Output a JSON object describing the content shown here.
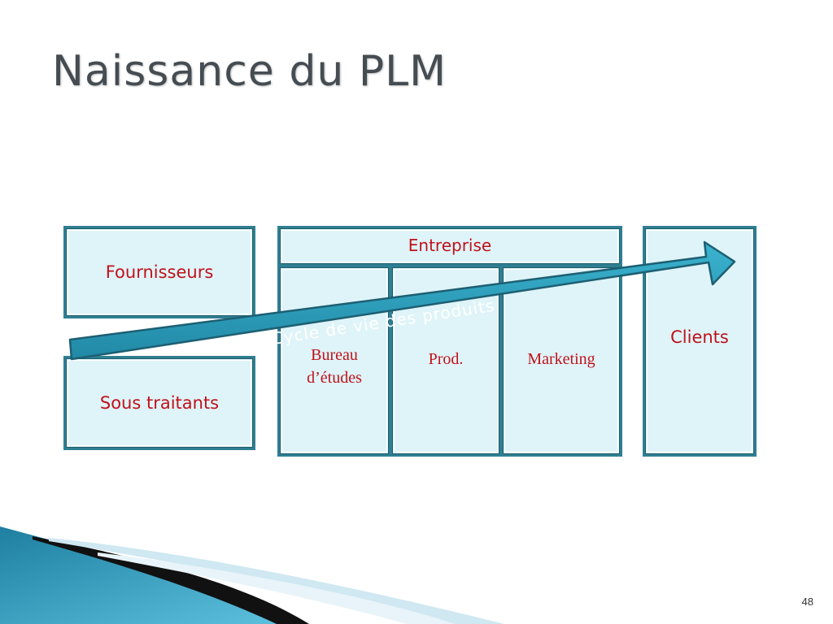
{
  "slide": {
    "title": "Naissance du PLM",
    "page_number": "48"
  },
  "diagram": {
    "left_boxes": {
      "fournisseurs": "Fournisseurs",
      "sous_traitants": "Sous traitants"
    },
    "entreprise": {
      "header": "Entreprise",
      "departments": {
        "bureau_line1": "Bureau",
        "bureau_line2": "d’études",
        "prod": "Prod.",
        "marketing": "Marketing"
      }
    },
    "clients": "Clients",
    "arrow_label": "Cycle de vie des produits"
  },
  "colors": {
    "box_fill": "#dff4f8",
    "box_border": "#2f7f92",
    "text_red": "#c0111b",
    "arrow_fill": "#2ea3bf",
    "arrow_label": "#ffffff"
  }
}
